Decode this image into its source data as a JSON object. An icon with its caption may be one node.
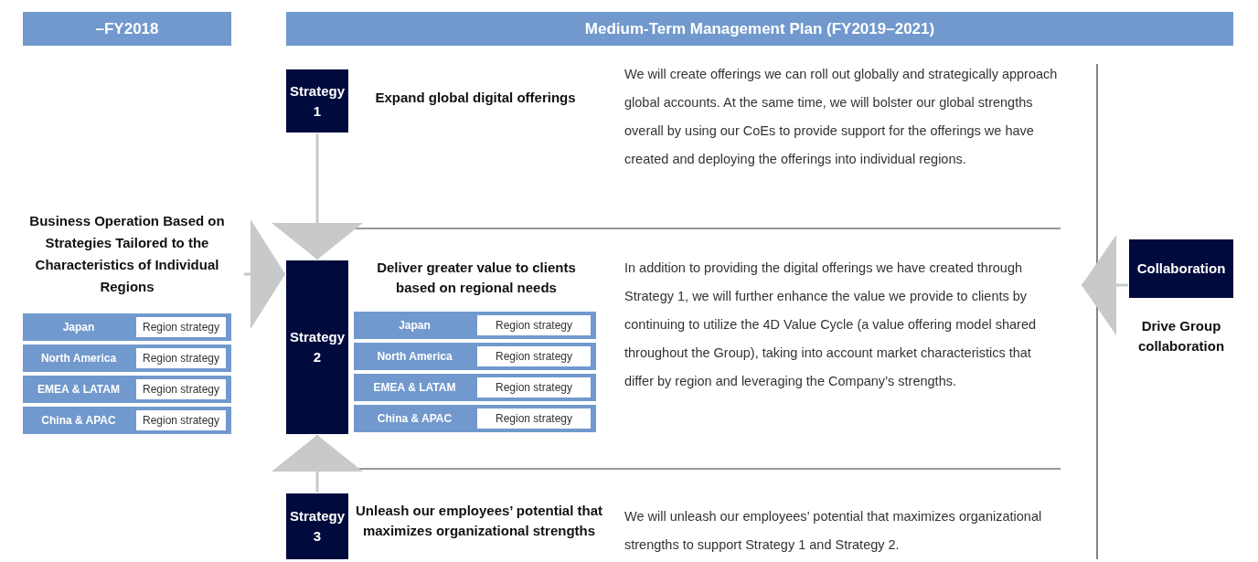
{
  "diagram": {
    "nodes": [
      {
        "text": [
          "–FY2018"
        ]
      },
      {
        "text": [
          "Medium-Term Management Plan (FY2019–2021)"
        ]
      },
      {
        "text": [
          "Business Operation Based on Strategies Tailored to the Characteristics of Individual Regions"
        ]
      },
      {
        "text": [
          "Japan"
        ]
      },
      {
        "text": [
          "Region strategy"
        ],
        "in": 3
      },
      {
        "text": [
          "North America"
        ]
      },
      {
        "text": [
          "Region strategy"
        ],
        "in": 5
      },
      {
        "text": [
          "EMEA & LATAM"
        ]
      },
      {
        "text": [
          "Region strategy"
        ],
        "in": 7
      },
      {
        "text": [
          "China & APAC"
        ]
      },
      {
        "text": [
          "Region strategy"
        ],
        "in": 9
      },
      {
        "text": [
          "Strategy 1"
        ],
        "beside": [
          "Expand global digital offerings"
        ]
      },
      {
        "text": [
          "Strategy 2"
        ],
        "beside": [
          "Deliver greater value to clients based on regional needs"
        ]
      },
      {
        "text": [
          "Japan"
        ]
      },
      {
        "text": [
          "Region strategy"
        ],
        "in": 13
      },
      {
        "text": [
          "North America"
        ]
      },
      {
        "text": [
          "Region strategy"
        ],
        "in": 15
      },
      {
        "text": [
          "EMEA & LATAM"
        ]
      },
      {
        "text": [
          "Region strategy"
        ],
        "in": 17
      },
      {
        "text": [
          "China & APAC"
        ]
      },
      {
        "text": [
          "Region strategy"
        ],
        "in": 19
      },
      {
        "text": [
          "Strategy 3"
        ],
        "beside": [
          "Unleash our employees’ potential that maximizes organizational strengths"
        ]
      },
      {
        "text": [
          "Collaboration"
        ],
        "beside": [
          "Drive Group collaboration"
        ]
      }
    ],
    "edges": [
      {
        "from": 2,
        "to": 12,
        "arrow": "to"
      },
      {
        "from": 11,
        "to": 12,
        "arrow": "to"
      },
      {
        "from": 21,
        "to": 12,
        "arrow": "to"
      },
      {
        "from": 22,
        "to": null,
        "arrow": "to"
      }
    ],
    "labels": [
      "We will create offerings we can roll out globally and strategically approach global accounts. At the same time, we will bolster our global strengths overall by using our CoEs to provide support for the offerings we have created and deploying the offerings into individual regions.",
      "In addition to providing the digital offerings we have created through Strategy 1, we will further enhance the value we provide to clients by continuing to utilize the 4D Value Cycle (a value offering model shared throughout the Group), taking into account market characteristics that differ by region and leveraging the Company’s strengths.",
      "We will unleash our employees’ potential that maximizes organizational strengths to support Strategy 1 and Strategy 2."
    ]
  }
}
